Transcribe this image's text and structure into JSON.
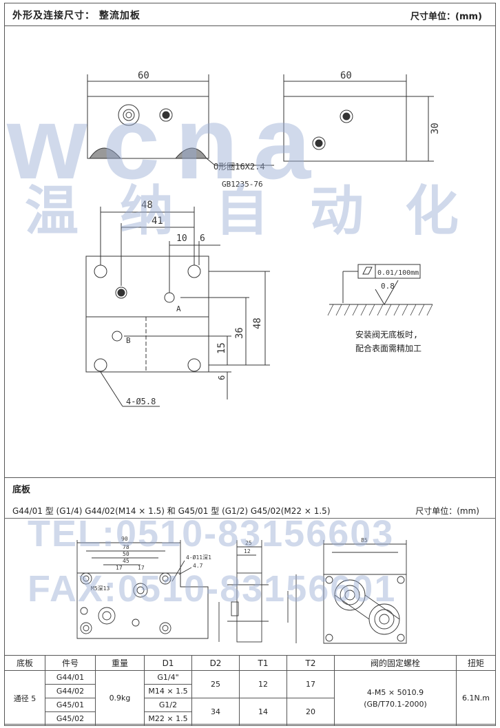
{
  "header": {
    "title": "外形及连接尺寸：  整流加板",
    "unit": "尺寸单位：(mm)"
  },
  "drawing_top": {
    "dim_60_left": "60",
    "dim_60_right": "60",
    "dim_30": "30",
    "oring_label": "O形圈16X2.4",
    "oring_std": "GB1235-76",
    "dim_48_top": "48",
    "dim_41": "41",
    "dim_10": "10",
    "dim_6_top": "6",
    "port_a": "A",
    "port_b": "B",
    "dim_36": "36",
    "dim_48_right": "48",
    "dim_15": "15",
    "dim_6_bottom": "6",
    "holes_label": "4-Ø5.8",
    "flatness": "0.01/100mm",
    "roughness": "0.8",
    "note_line1": "安装阀无底板时,",
    "note_line2": "配合表面需精加工"
  },
  "watermark": {
    "brand": "wcna",
    "chinese": "温纳自动化",
    "tel": "TEL:0510-83156603",
    "fax": "FAX:0510-83156601"
  },
  "section2": {
    "title": "底板",
    "models": "G44/01 型  (G1/4) G44/02(M14 × 1.5) 和 G45/01 型  (G1/2) G45/02(M22 × 1.5)",
    "unit": "尺寸单位：(mm)"
  },
  "drawing_bottom": {
    "d90": "90",
    "d78": "78",
    "d50": "50",
    "d45": "45",
    "d17a": "17",
    "d17b": "17",
    "d25": "25",
    "d12": "12",
    "hole_note": "4-Ø11深1",
    "d47": "4.7",
    "m5": "M5深13",
    "d85": "85"
  },
  "table": {
    "headers": [
      "底板",
      "件号",
      "重量",
      "D1",
      "D2",
      "T1",
      "T2",
      "阀的固定螺栓",
      "扭矩"
    ],
    "group_label": "通径 5",
    "weight": "0.9kg",
    "rows": [
      {
        "part": "G44/01",
        "d1": "G1/4\""
      },
      {
        "part": "G44/02",
        "d1": "M14 × 1.5"
      },
      {
        "part": "G45/01",
        "d1": "G1/2"
      },
      {
        "part": "G45/02",
        "d1": "M22 × 1.5"
      }
    ],
    "d2_a": "25",
    "t1_a": "12",
    "t2_a": "17",
    "d2_b": "34",
    "t1_b": "14",
    "t2_b": "20",
    "bolt_line1": "4-M5 × 5010.9",
    "bolt_line2": "(GB/T70.1-2000)",
    "torque": "6.1N.m"
  }
}
